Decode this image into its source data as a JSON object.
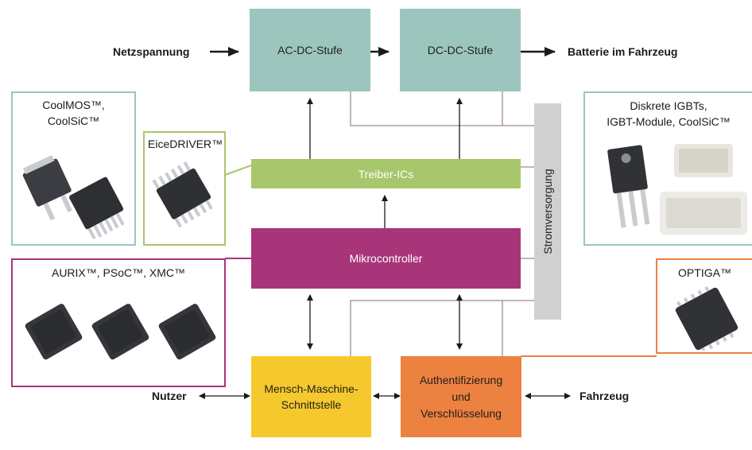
{
  "blocks": {
    "ac_dc": "AC-DC-Stufe",
    "dc_dc": "DC-DC-Stufe",
    "driver": "Treiber-ICs",
    "mcu": "Mikrocontroller",
    "power": "Stromversorgung",
    "hmi_line1": "Mensch-Maschine-",
    "hmi_line2": "Schnittstelle",
    "auth_line1": "Authentifizierung",
    "auth_line2": "und",
    "auth_line3": "Verschlüsselung"
  },
  "external": {
    "mains": "Netzspannung",
    "battery": "Batterie im Fahrzeug",
    "user": "Nutzer",
    "vehicle": "Fahrzeug"
  },
  "products": {
    "coolmos_line1": "CoolMOS™,",
    "coolmos_line2": "CoolSiC™",
    "eicedriver": "EiceDRIVER™",
    "igbt_line1": "Diskrete IGBTs,",
    "igbt_line2": "IGBT-Module, CoolSiC™",
    "aurix": "AURIX™, PSoC™, XMC™",
    "optiga": "OPTIGA™"
  },
  "colors": {
    "teal": "#9cc5bd",
    "green": "#a8c66c",
    "magenta": "#a8357a",
    "yellow": "#f5c92e",
    "orange": "#ec8140",
    "gray": "#d1d0d0"
  }
}
